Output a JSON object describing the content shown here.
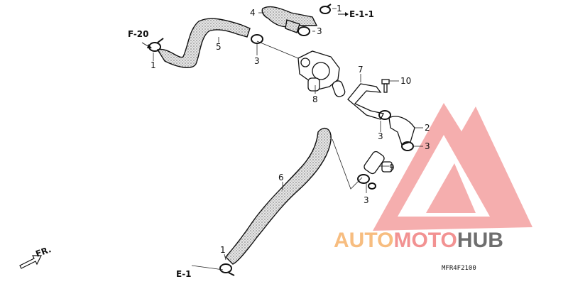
{
  "refs": {
    "f20": "F-20",
    "e11": "E-1-1",
    "e1": "E-1",
    "front": "FR."
  },
  "callouts": {
    "c1_top": "1",
    "c1_left": "1",
    "c1_bottom": "1",
    "c2": "2",
    "c3_a": "3",
    "c3_b": "3",
    "c3_c": "3",
    "c3_d": "3",
    "c3_e": "3",
    "c4": "4",
    "c5": "5",
    "c6": "6",
    "c7": "7",
    "c8": "8",
    "c9": "9",
    "c10": "10"
  },
  "diagram_code": "MFR4F2100",
  "watermark": {
    "part1": "AUTO",
    "part2": "MOTO",
    "part3": "HUB",
    "color_light": "#f6b26b",
    "color_red": "#f08080",
    "color_dark": "#555555"
  }
}
